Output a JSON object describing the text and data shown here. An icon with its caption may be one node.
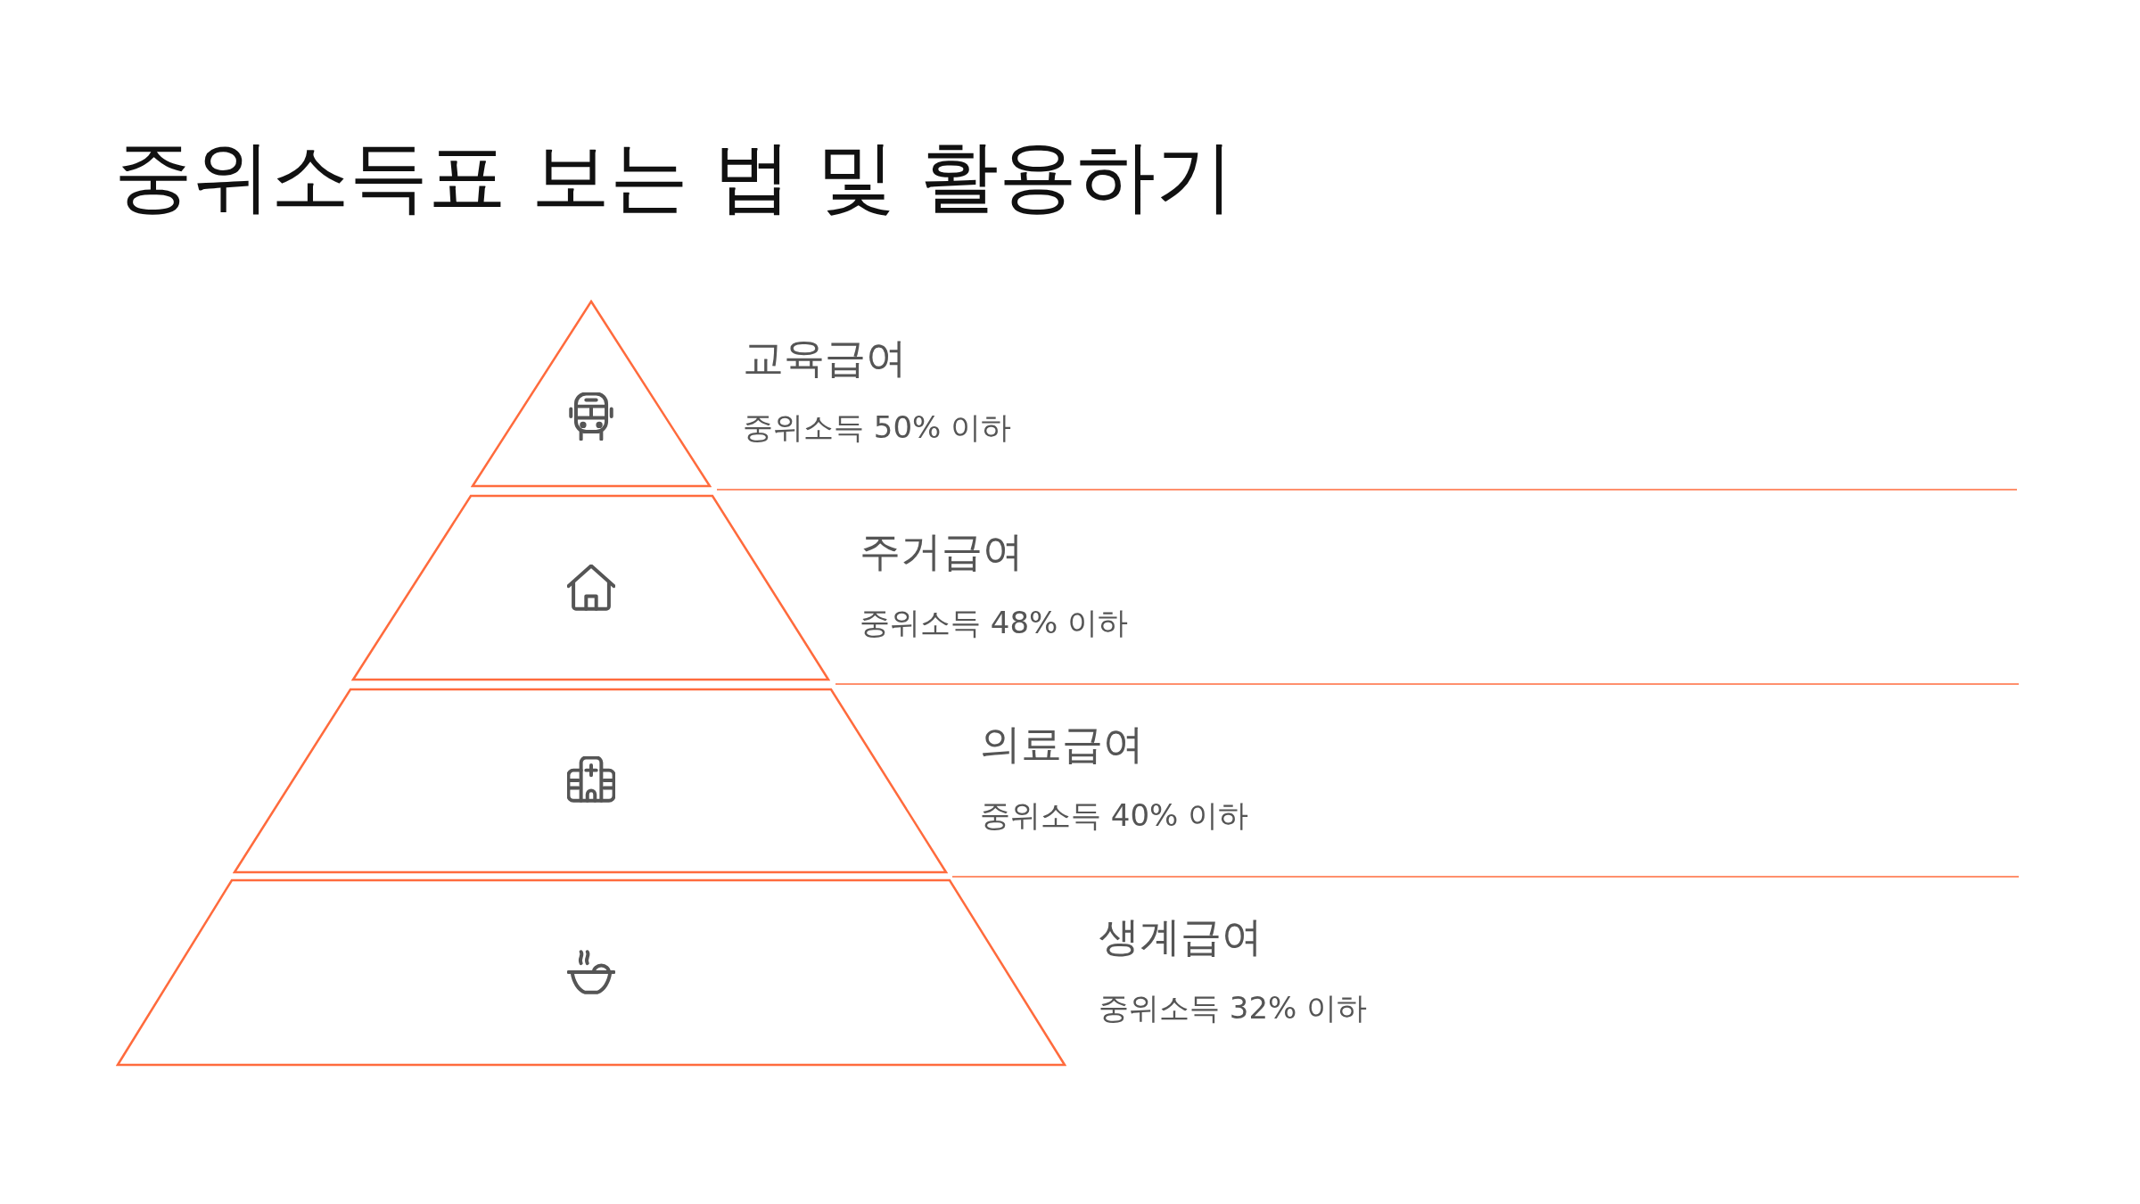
{
  "diagram": {
    "title": "중위소득표 보는 법 및 활용하기",
    "nodes": [
      {
        "text": [
          "교육급여",
          "중위소득 50% 이하"
        ]
      },
      {
        "text": [
          "주거급여",
          "중위소득 48% 이하"
        ]
      },
      {
        "text": [
          "의료급여",
          "중위소득 40% 이하"
        ]
      },
      {
        "text": [
          "생계급여",
          "중위소득 32% 이하"
        ]
      }
    ]
  }
}
